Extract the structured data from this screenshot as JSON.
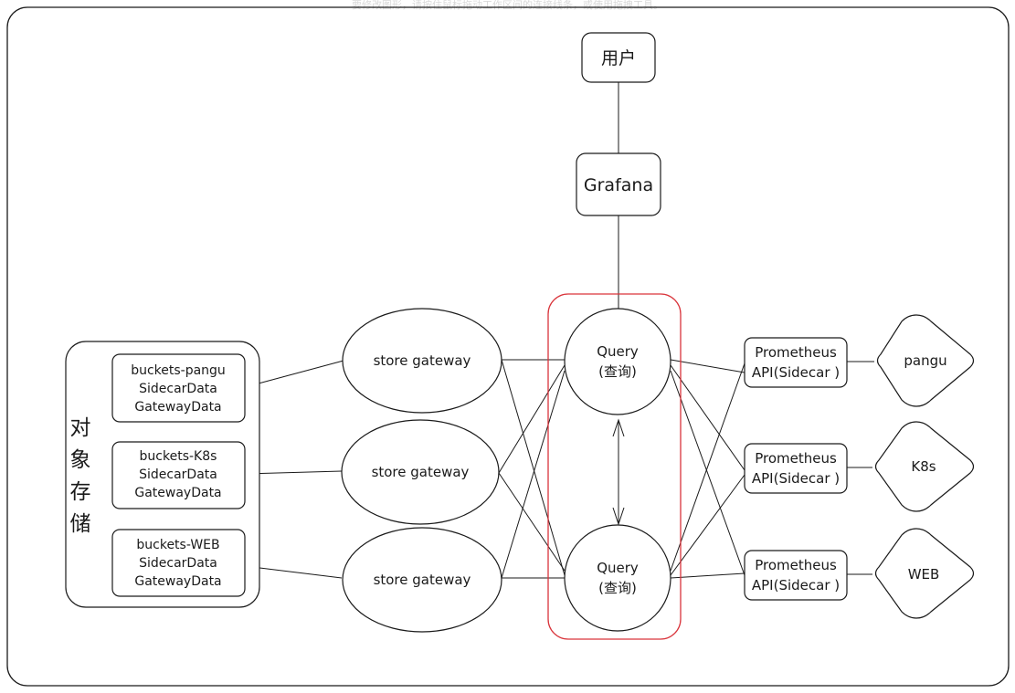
{
  "hint": "要修改图形，请按住鼠标拖动工作区间的连接线条，或使用拖拽工具。",
  "user": "用户",
  "grafana": "Grafana",
  "object_storage": [
    "对",
    "象",
    "存",
    "储"
  ],
  "buckets": [
    [
      "buckets-pangu",
      "SidecarData",
      "GatewayData"
    ],
    [
      "buckets-K8s",
      "SidecarData",
      "GatewayData"
    ],
    [
      "buckets-WEB",
      "SidecarData",
      "GatewayData"
    ]
  ],
  "store_gateways": [
    "store gateway",
    "store gateway",
    "store gateway"
  ],
  "query_nodes": [
    [
      "Query",
      "(查询)"
    ],
    [
      "Query",
      "(查询)"
    ]
  ],
  "prometheus": [
    [
      "Prometheus",
      "API(Sidecar )"
    ],
    [
      "Prometheus",
      "API(Sidecar )"
    ],
    [
      "Prometheus",
      "API(Sidecar )"
    ]
  ],
  "targets": [
    "pangu",
    "K8s",
    "WEB"
  ],
  "colors": {
    "query_group_border": "#d9343b",
    "stroke": "#1a1a1a"
  }
}
